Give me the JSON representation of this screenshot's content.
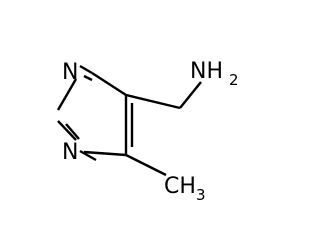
{
  "molecule": {
    "atoms": {
      "n1": "N",
      "n3": "N",
      "amine_main": "NH",
      "amine_sub": "2",
      "methyl_main": "CH",
      "methyl_sub": "3"
    },
    "colors": {
      "bond": "#000000",
      "label": "#000000",
      "background": "#ffffff"
    }
  }
}
